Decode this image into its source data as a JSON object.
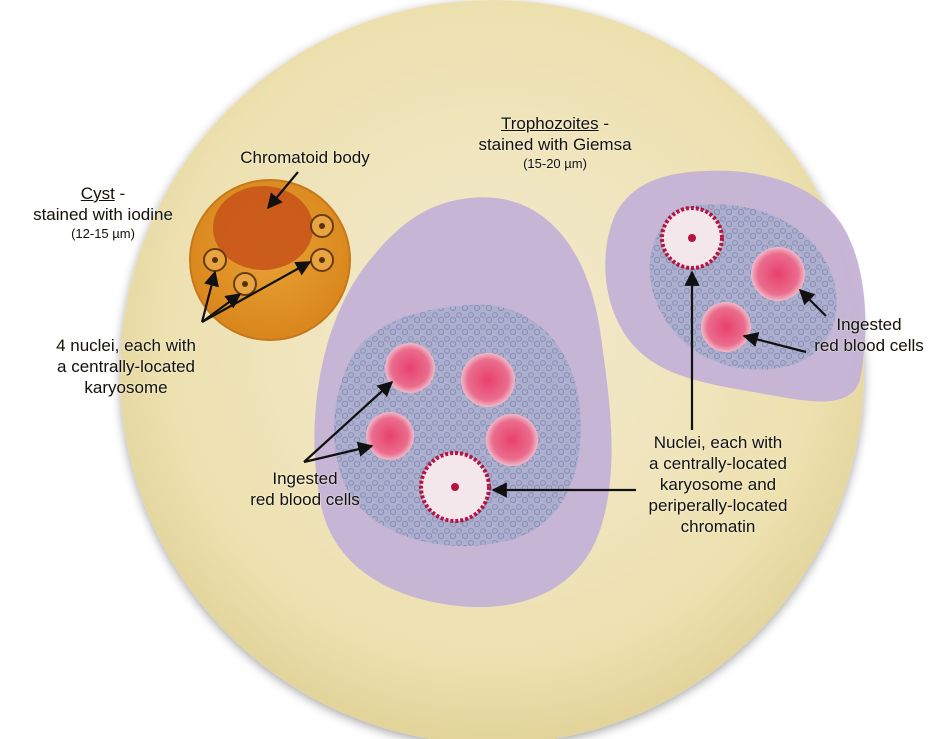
{
  "labels": {
    "cyst_title": "Cyst",
    "cyst_dash": " -",
    "cyst_stain": "stained with iodine",
    "cyst_size": "(12-15 µm)",
    "chromatoid": "Chromatoid body",
    "four_nuclei_1": "4 nuclei, each with",
    "four_nuclei_2": "a centrally-located",
    "four_nuclei_3": "karyosome",
    "tropho_title": "Trophozoites",
    "tropho_dash": " -",
    "tropho_stain": "stained with Giemsa",
    "tropho_size": "(15-20 µm)",
    "rbc_left_1": "Ingested",
    "rbc_left_2": "red blood cells",
    "rbc_right_1": "Ingested",
    "rbc_right_2": "red blood cells",
    "nuclei_1": "Nuclei, each with",
    "nuclei_2": "a centrally-located",
    "nuclei_3": "karyosome and",
    "nuclei_4": "periperally-located",
    "nuclei_5": "chromatin"
  },
  "colors": {
    "field": "#efe4b6",
    "cyst": "#e59a2a",
    "chromatoid": "#c9571a",
    "trophozoite": "#c4b2d6",
    "endoplasm": "#9ea6c9",
    "rbc": "#e5527a",
    "nucleus_ring": "#b5123f"
  }
}
